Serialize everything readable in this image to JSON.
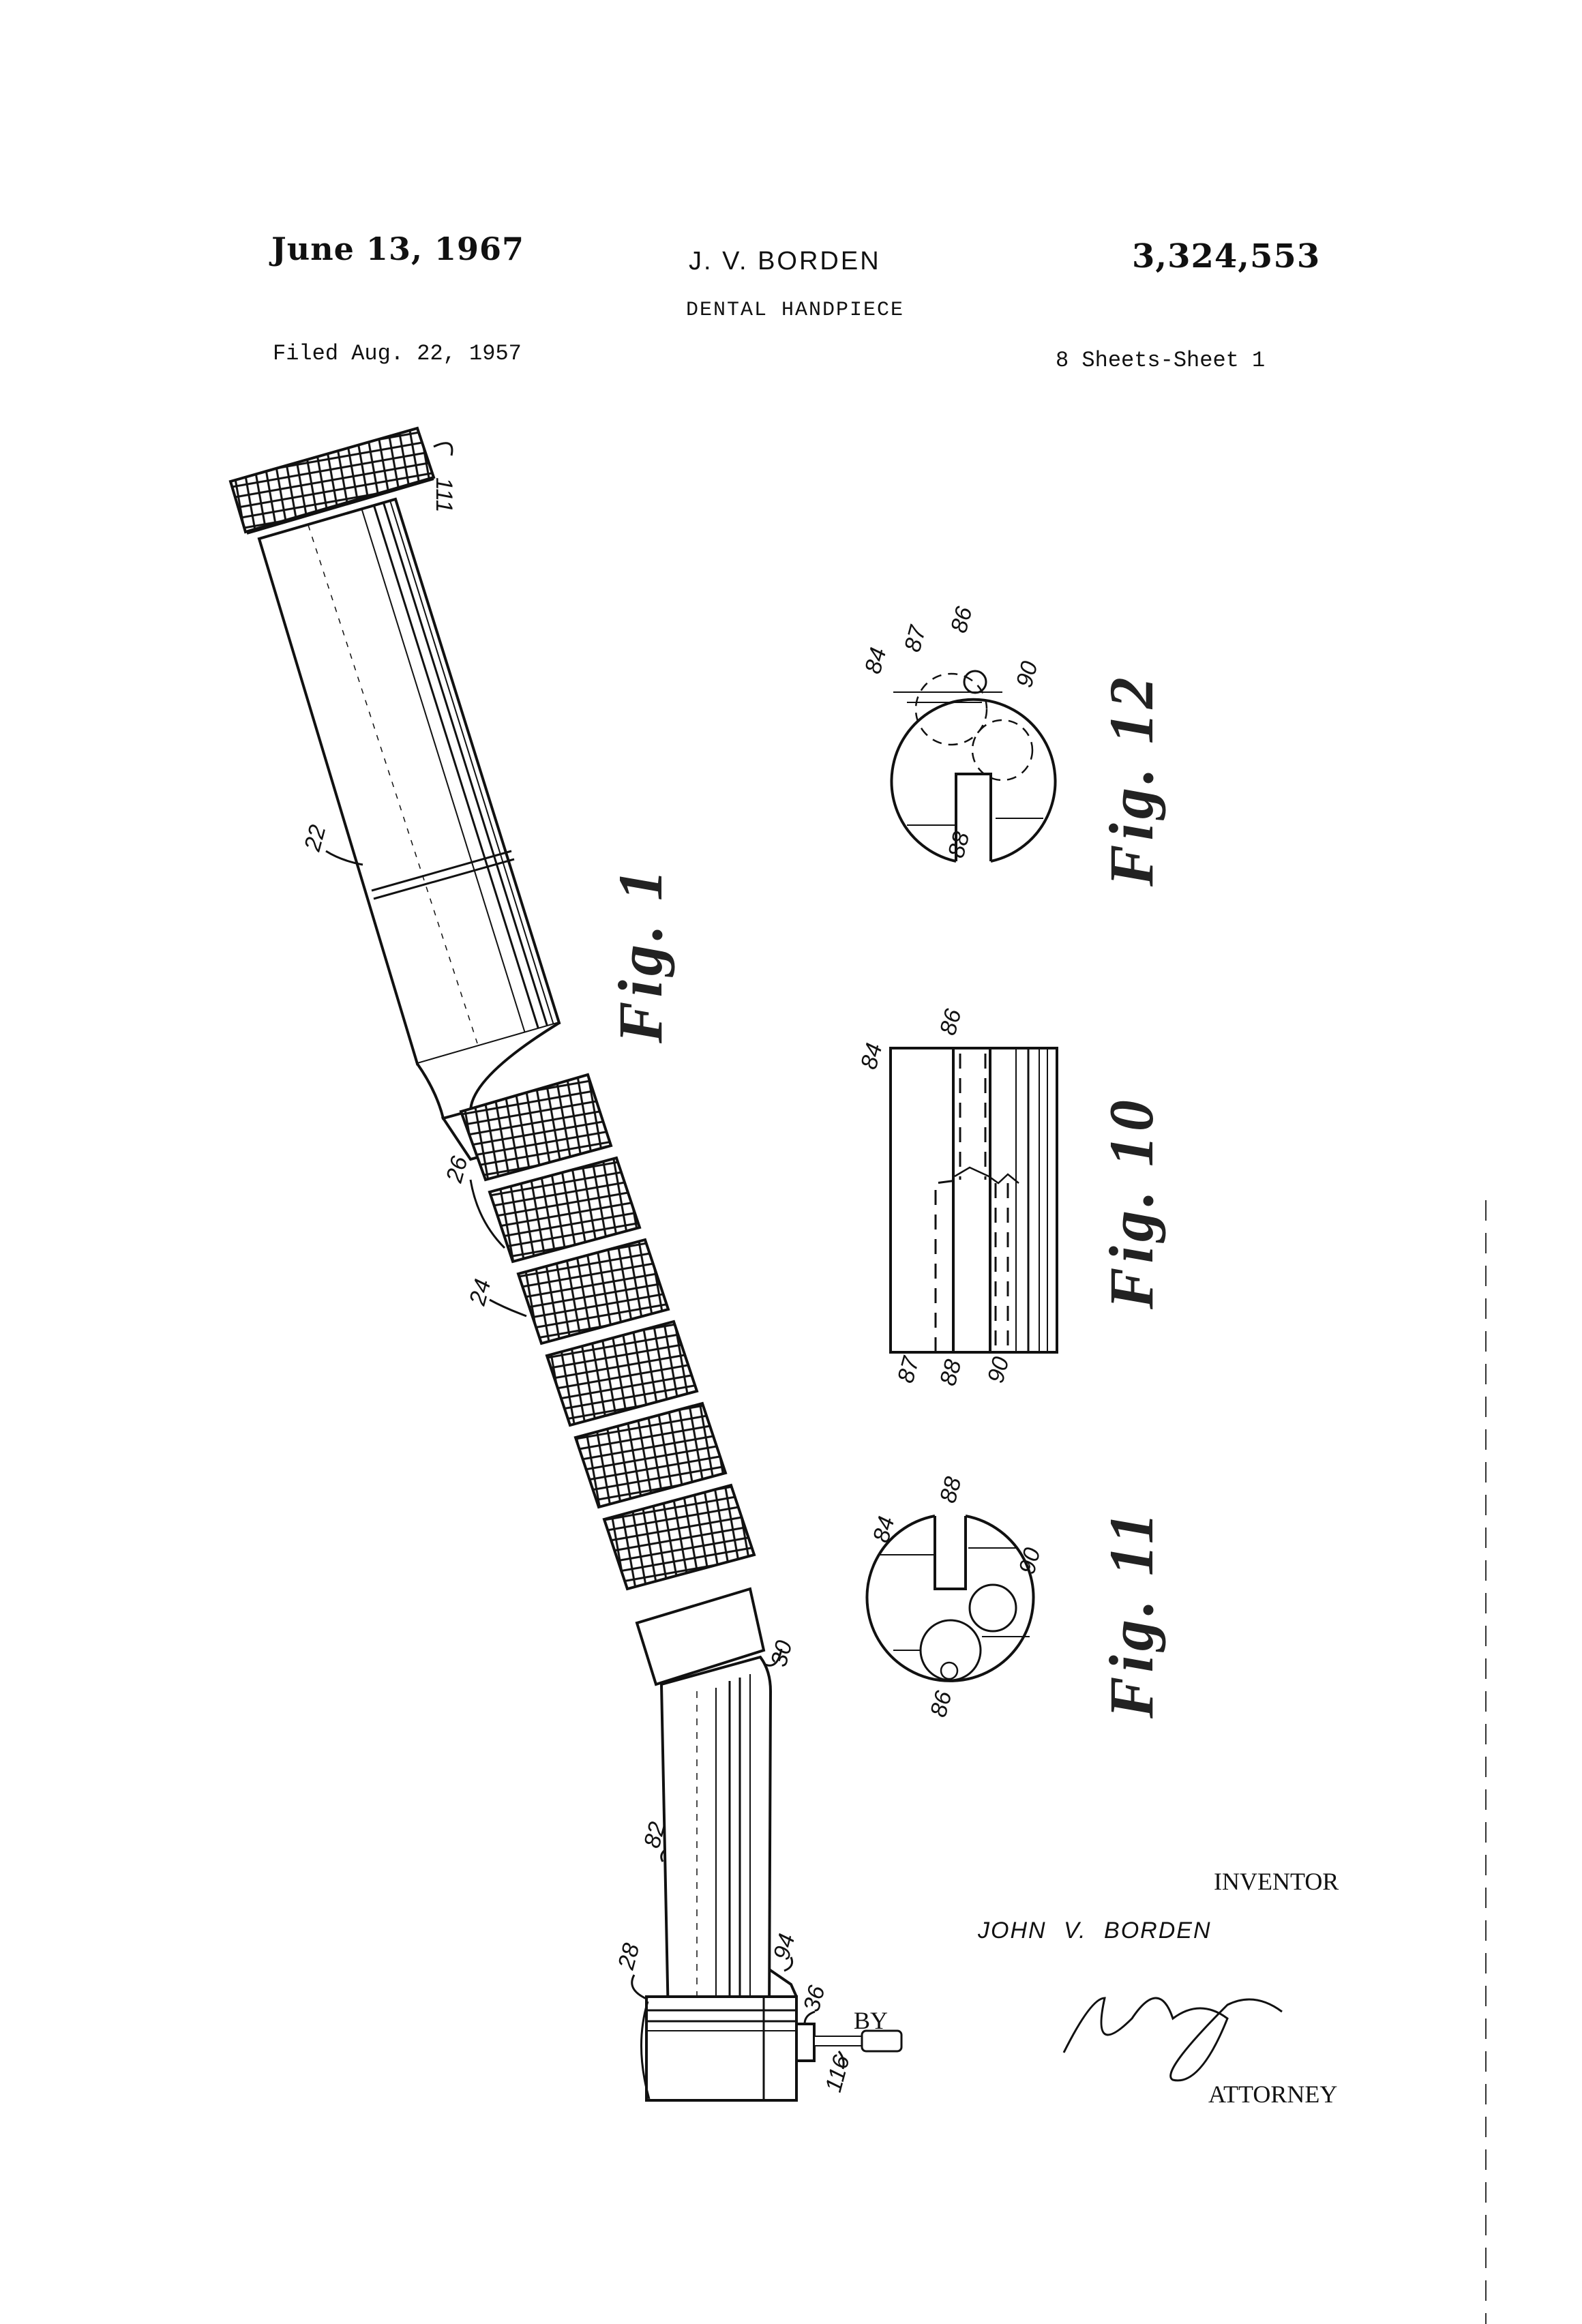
{
  "header": {
    "date": "June 13, 1967",
    "inventor_short": "J. V. BORDEN",
    "patent_number": "3,324,553",
    "title": "DENTAL HANDPIECE",
    "filed": "Filed Aug. 22, 1957",
    "sheets": "8 Sheets-Sheet 1"
  },
  "figures": [
    {
      "id": "fig-1",
      "label": "Fig. 1",
      "subject": "dental handpiece, side view",
      "reference_numerals": [
        "111",
        "22",
        "26",
        "24",
        "30",
        "82",
        "28",
        "94",
        "36",
        "116"
      ]
    },
    {
      "id": "fig-12",
      "label": "Fig. 12",
      "subject": "end view of cylinder",
      "reference_numerals": [
        "84",
        "87",
        "86",
        "90",
        "88"
      ]
    },
    {
      "id": "fig-10",
      "label": "Fig. 10",
      "subject": "side view of cylinder",
      "reference_numerals": [
        "84",
        "86",
        "87",
        "88",
        "90"
      ]
    },
    {
      "id": "fig-11",
      "label": "Fig. 11",
      "subject": "opposite end view of cylinder",
      "reference_numerals": [
        "84",
        "88",
        "90",
        "86"
      ]
    }
  ],
  "refs": {
    "r111": "111",
    "r22": "22",
    "r26": "26",
    "r24": "24",
    "r30": "30",
    "r82": "82",
    "r28": "28",
    "r94": "94",
    "r36": "36",
    "r116": "116",
    "f12_84": "84",
    "f12_87": "87",
    "f12_86": "86",
    "f12_90": "90",
    "f12_88": "88",
    "f10_84": "84",
    "f10_86": "86",
    "f10_87": "87",
    "f10_88": "88",
    "f10_90": "90",
    "f11_84": "84",
    "f11_88": "88",
    "f11_90": "90",
    "f11_86": "86"
  },
  "figure_labels": {
    "fig1": "Fig. 1",
    "fig10": "Fig. 10",
    "fig11": "Fig. 11",
    "fig12": "Fig. 12"
  },
  "signature_block": {
    "inventor_label": "INVENTOR",
    "inventor_name": "JOHN V. BORDEN",
    "by_label": "BY",
    "attorney_signature": "C. Hercus Just",
    "attorney_label": "ATTORNEY"
  }
}
